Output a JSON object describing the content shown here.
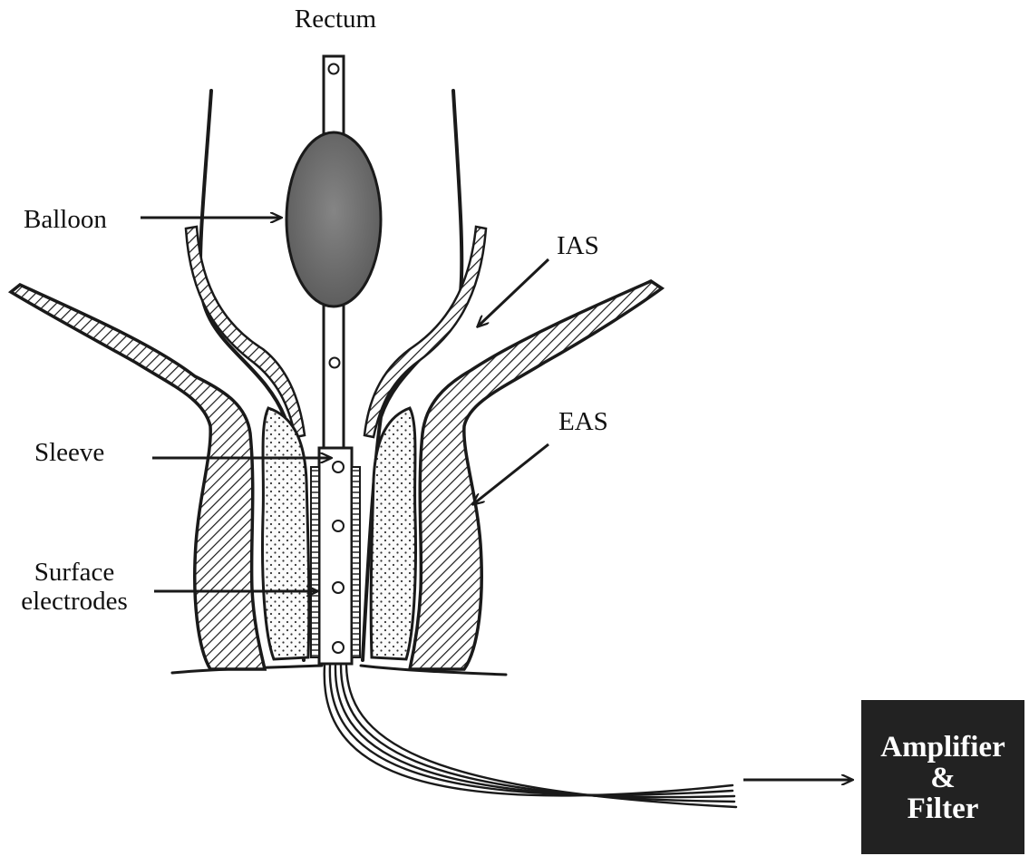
{
  "labels": {
    "rectum": "Rectum",
    "balloon": "Balloon",
    "ias": "IAS",
    "eas": "EAS",
    "sleeve": "Sleeve",
    "surface_line1": "Surface",
    "surface_line2": "electrodes"
  },
  "output_box": {
    "line1": "Amplifier",
    "line2": "&",
    "line3": "Filter",
    "fill": "#222222",
    "text_color": "#ffffff"
  },
  "colors": {
    "ink": "#1a1a1a",
    "balloon": "#6a6a6a",
    "background": "#ffffff"
  }
}
